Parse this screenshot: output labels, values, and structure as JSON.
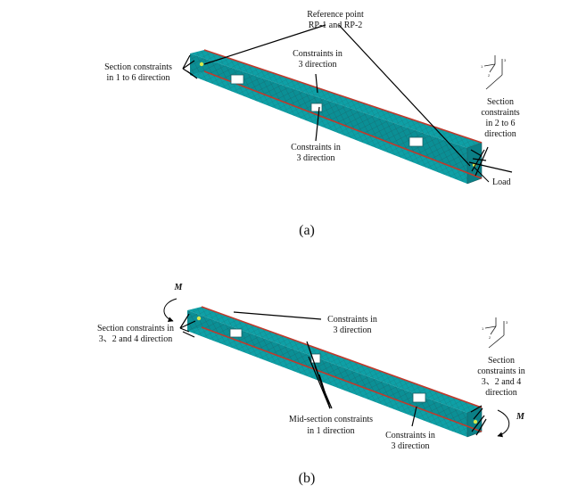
{
  "colors": {
    "mesh_top": "#0e9fa5",
    "mesh_side": "#0a8c92",
    "mesh_face": "#0b7f86",
    "mesh_lines": "#1d5e63",
    "edge": "#c0392b",
    "reference_marker": "#d6e84a",
    "leader": "#000000"
  },
  "panel_a": {
    "label_reference_1": "Reference point",
    "label_reference_2": "RP-1 and RP-2",
    "label_section_left_1": "Section constraints",
    "label_section_left_2": "in 1 to 6 direction",
    "label_constraint_top_1": "Constraints in",
    "label_constraint_top_2": "3 direction",
    "label_constraint_bottom_1": "Constraints in",
    "label_constraint_bottom_2": "3 direction",
    "label_section_right_1": "Section",
    "label_section_right_2": "constraints",
    "label_section_right_3": "in 2 to 6",
    "label_section_right_4": "direction",
    "label_load": "Load",
    "caption": "(a)"
  },
  "panel_b": {
    "label_moment_left": "M",
    "label_section_left_1": "Section constraints in",
    "label_section_left_2": "3、2 and 4 direction",
    "label_constraint_top_1": "Constraints in",
    "label_constraint_top_2": "3 direction",
    "label_mid_1": "Mid-section constraints",
    "label_mid_2": "in 1 direction",
    "label_constraint_bottom_1": "Constraints in",
    "label_constraint_bottom_2": "3 direction",
    "label_section_right_1": "Section",
    "label_section_right_2": "constraints in",
    "label_section_right_3": "3、2 and 4",
    "label_section_right_4": "direction",
    "label_moment_right": "M",
    "caption": "(b)"
  },
  "axis_triad": {
    "x": "1",
    "y": "2",
    "z": "3"
  }
}
